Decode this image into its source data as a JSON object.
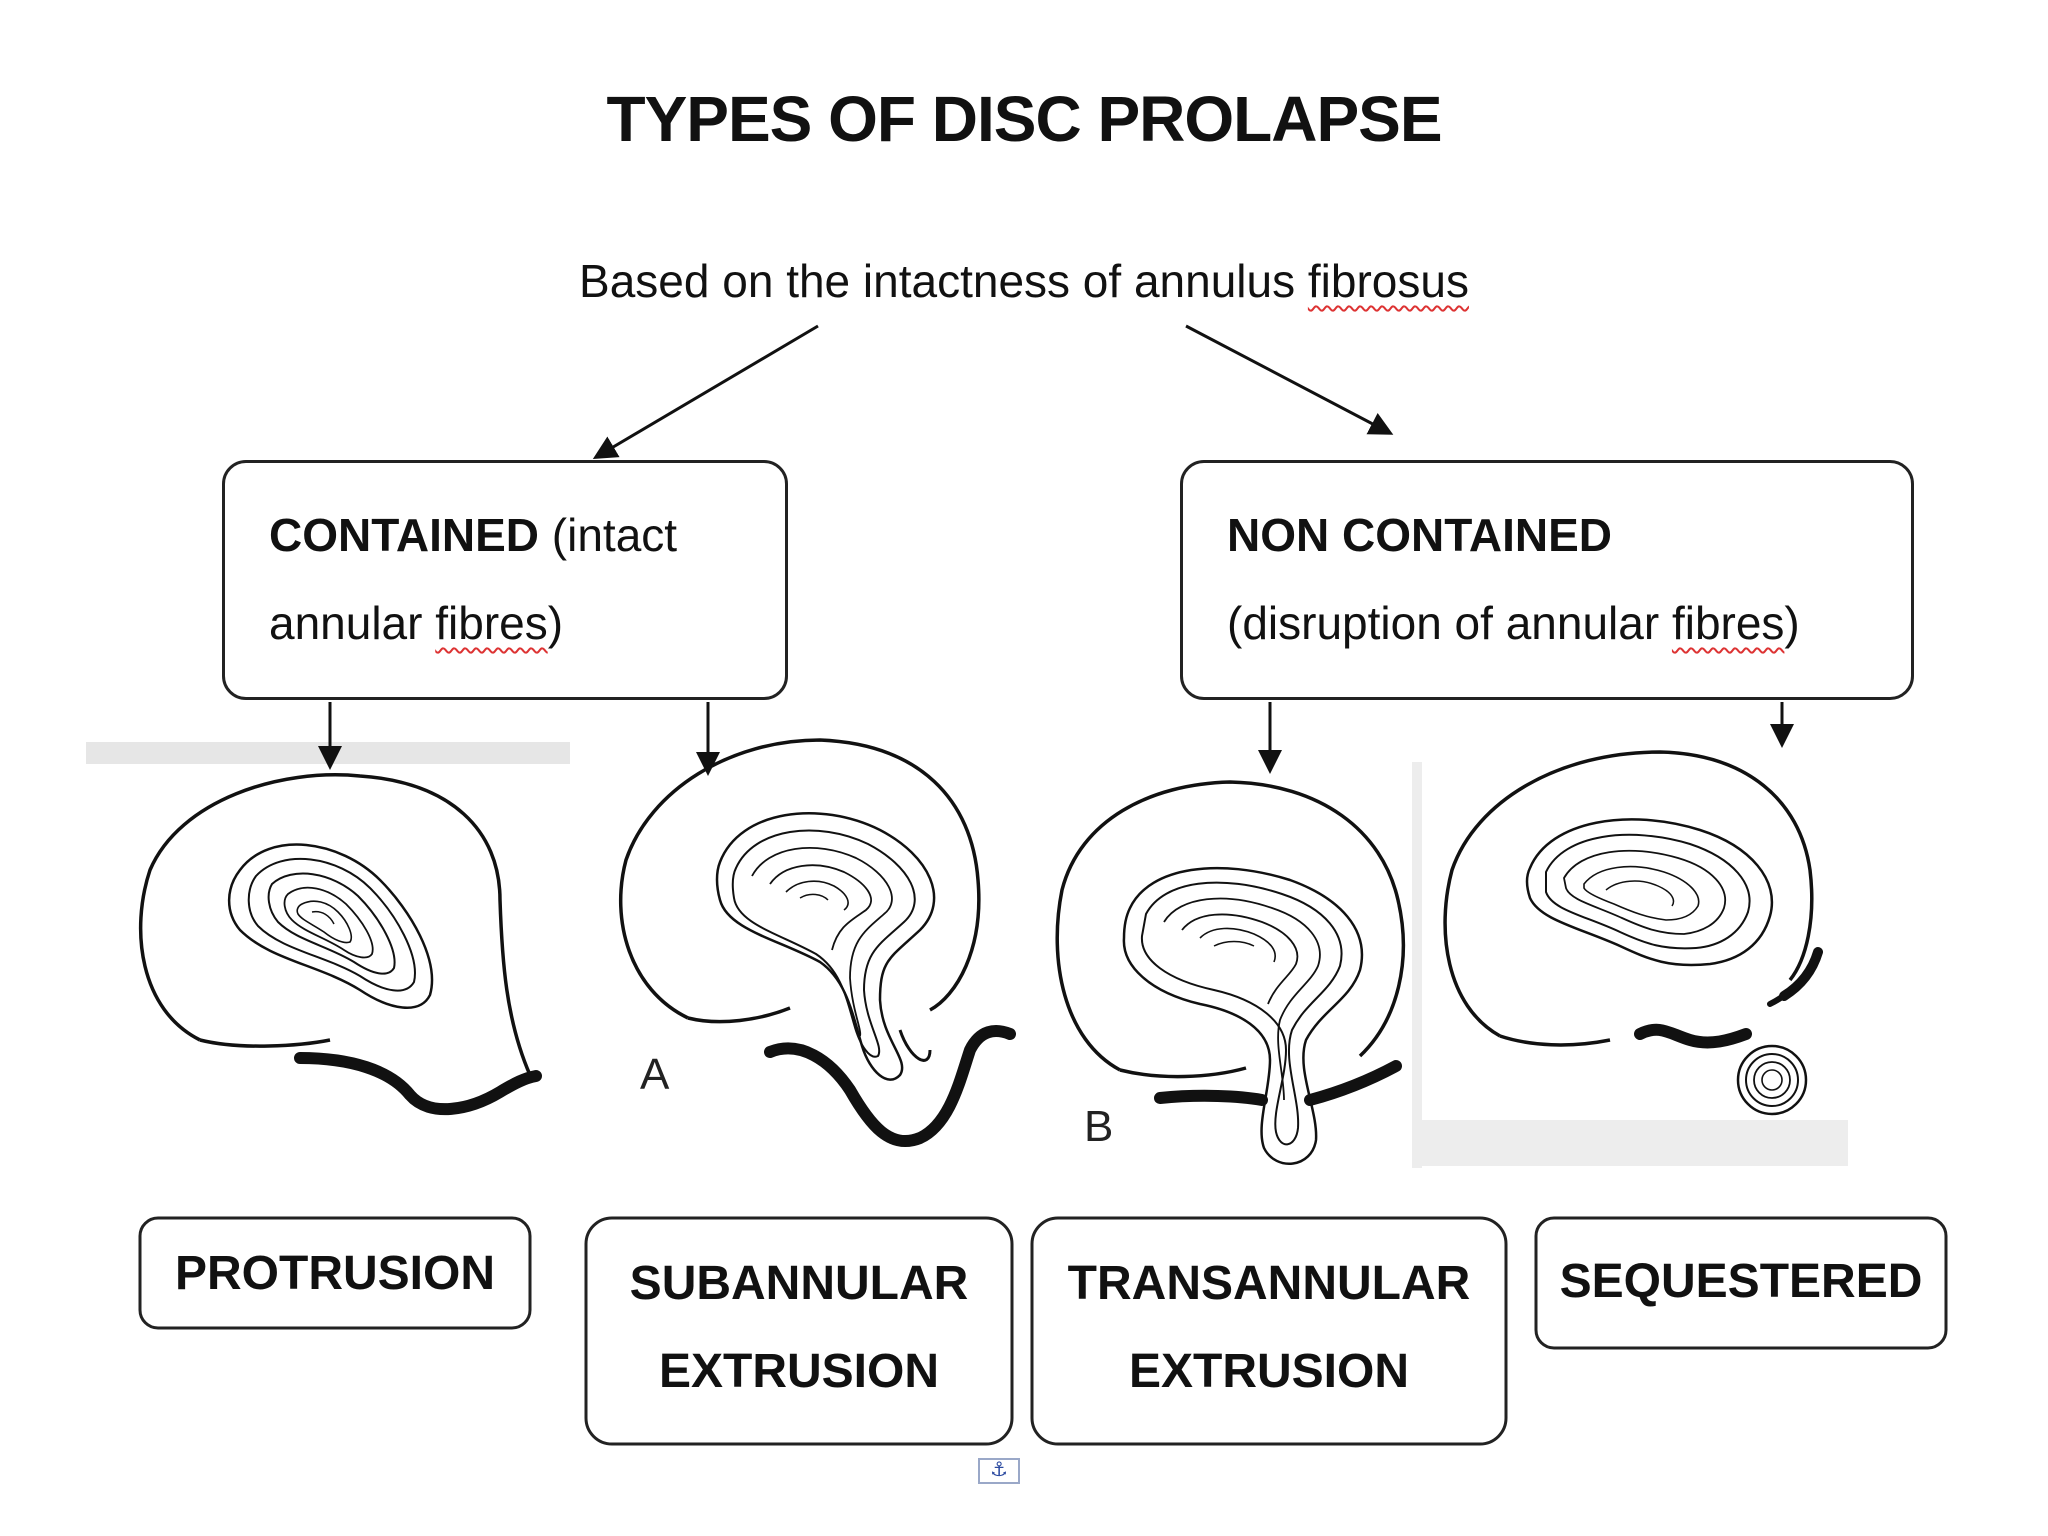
{
  "title": "TYPES OF DISC PROLAPSE",
  "subtitle": {
    "before": "Based on the intactness of annulus ",
    "underlined": "fibrosus"
  },
  "contained": {
    "heading": "CONTAINED",
    "line1_rest": " (intact",
    "line2_before": "annular ",
    "line2_underlined": "fibres",
    "line2_after": ")"
  },
  "non_contained": {
    "heading": "NON CONTAINED",
    "line2_before": "(disruption of annular ",
    "line2_underlined": "fibres",
    "line2_after": ")"
  },
  "types": {
    "protrusion": "PROTRUSION",
    "subannular_1": "SUBANNULAR",
    "subannular_2": "EXTRUSION",
    "transannular_1": "TRANSANNULAR",
    "transannular_2": "EXTRUSION",
    "sequestered": "SEQUESTERED"
  },
  "labels": {
    "a": "A",
    "b": "B"
  },
  "anchor_icon": "anchor-icon"
}
